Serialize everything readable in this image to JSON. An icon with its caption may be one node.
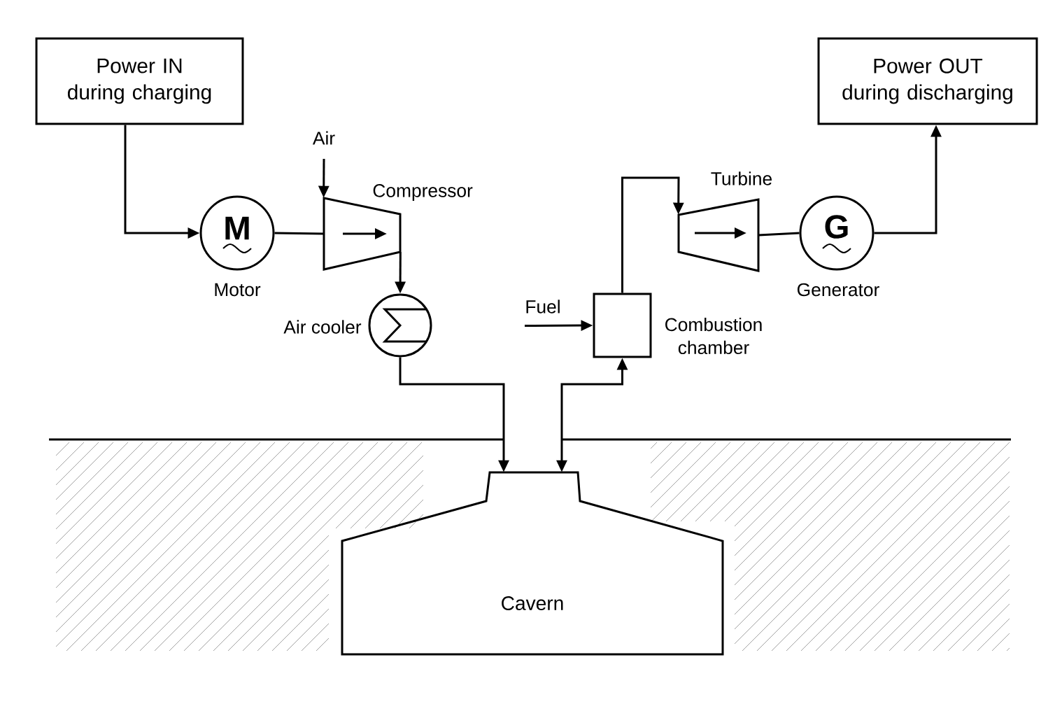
{
  "diagram": {
    "nodes": [
      {
        "text": [
          "Power IN during charging"
        ]
      },
      {
        "text": [
          "M"
        ],
        "beside": [
          "Motor"
        ]
      },
      {
        "text": [],
        "shape": "trapezoid",
        "beside": [
          "Compressor"
        ]
      },
      {
        "text": [
          "Air"
        ]
      },
      {
        "text": [],
        "shape": "circle",
        "beside": [
          "Air cooler"
        ]
      },
      {
        "text": [
          "Cavern"
        ]
      },
      {
        "text": [],
        "shape": "box",
        "beside": [
          "Combustion chamber"
        ]
      },
      {
        "text": [
          "Fuel"
        ]
      },
      {
        "text": [],
        "shape": "trapezoid",
        "beside": [
          "Turbine"
        ]
      },
      {
        "text": [
          "G"
        ],
        "beside": [
          "Generator"
        ]
      },
      {
        "text": [
          "Power OUT during discharging"
        ]
      }
    ],
    "edges": [
      {
        "from": 0,
        "to": 1,
        "arrow": "to"
      },
      {
        "from": 1,
        "to": 2,
        "arrow": "none"
      },
      {
        "from": 3,
        "to": 2,
        "arrow": "to"
      },
      {
        "from": 2,
        "to": 4,
        "arrow": "to"
      },
      {
        "from": 4,
        "to": 5,
        "arrow": "to"
      },
      {
        "from": 5,
        "to": 6,
        "arrow": "both"
      },
      {
        "from": 7,
        "to": 6,
        "arrow": "to"
      },
      {
        "from": 6,
        "to": 8,
        "arrow": "to"
      },
      {
        "from": 8,
        "to": 9,
        "arrow": "none"
      },
      {
        "from": 9,
        "to": 10,
        "arrow": "to"
      }
    ]
  }
}
